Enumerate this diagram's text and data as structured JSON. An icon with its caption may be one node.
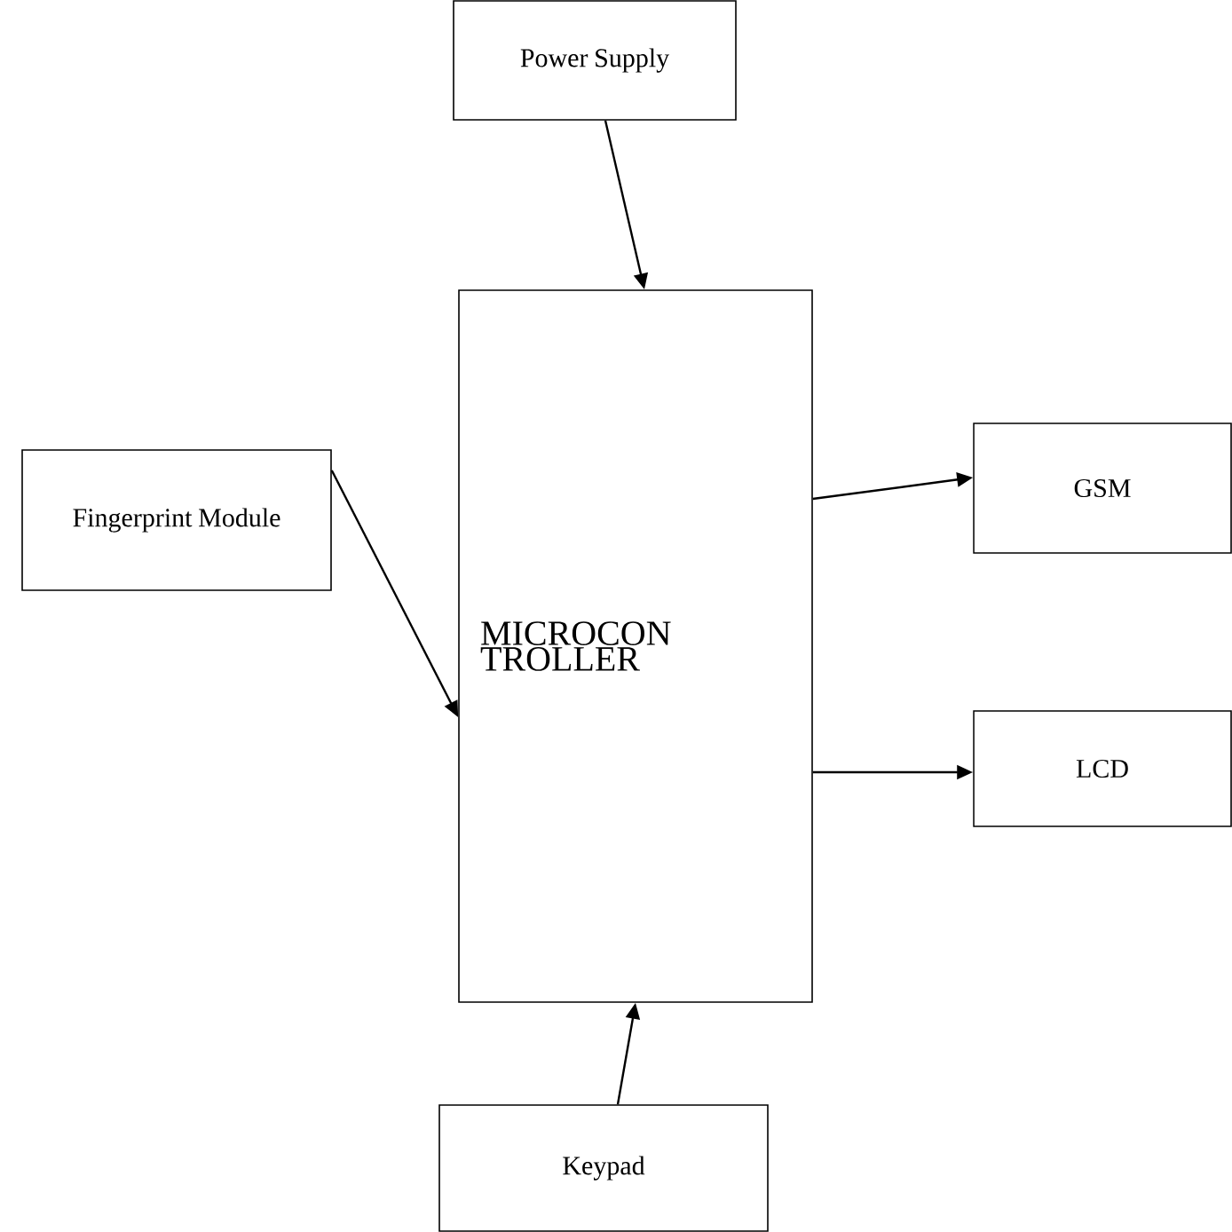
{
  "diagram": {
    "nodes": [
      {
        "text": [
          "Power Supply"
        ]
      },
      {
        "text": [
          "Fingerprint Module"
        ]
      },
      {
        "text": [
          "MICROCON TROLLER"
        ]
      },
      {
        "text": [
          "GSM"
        ]
      },
      {
        "text": [
          "LCD"
        ]
      },
      {
        "text": [
          "Keypad"
        ]
      }
    ],
    "edges": [
      {
        "from": 0,
        "to": 2,
        "arrow": "to"
      },
      {
        "from": 1,
        "to": 2,
        "arrow": "to"
      },
      {
        "from": 2,
        "to": 3,
        "arrow": "to"
      },
      {
        "from": 2,
        "to": 4,
        "arrow": "to"
      },
      {
        "from": 5,
        "to": 2,
        "arrow": "to"
      }
    ]
  }
}
